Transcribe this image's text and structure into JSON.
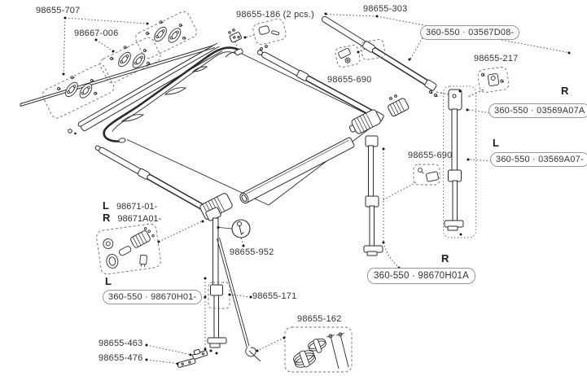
{
  "diagram": {
    "kind": "awning exploded parts diagram",
    "colors": {
      "line": "#2b2b2b",
      "label_text": "#343434",
      "box_border": "#9a9a9a",
      "background": "#ffffff"
    }
  },
  "part_labels": {
    "p707": {
      "text": "98655-707"
    },
    "p667006": {
      "text": "98667-006"
    },
    "p186": {
      "text": "98655-186 (2 pcs.)"
    },
    "p303": {
      "text": "98655-303"
    },
    "p217": {
      "text": "98655-217"
    },
    "p690a": {
      "text": "98655-690"
    },
    "p690b": {
      "text": "98655-690"
    },
    "p952": {
      "text": "98655-952"
    },
    "p171": {
      "text": "98655-171"
    },
    "p162": {
      "text": "98655-162"
    },
    "p463": {
      "text": "98655-463"
    },
    "p476": {
      "text": "98655-476"
    },
    "p671L": {
      "side": "L",
      "text": "98671-01-"
    },
    "p671R": {
      "side": "R",
      "text": "98671A01-"
    }
  },
  "boxed_labels": {
    "b03567": {
      "side": "",
      "text": "360-550 · 03567D08-"
    },
    "b03569A": {
      "side": "R",
      "text": "360-550 · 03569A07A"
    },
    "b03569": {
      "side": "L",
      "text": "360-550 · 03569A07-"
    },
    "b98670": {
      "side": "L",
      "text": "360-550 · 98670H01-"
    },
    "b98670A": {
      "side": "R",
      "text": "360-550 · 98670H01A"
    }
  },
  "icons": {
    "magnifier_detail": "hook-pin-detail-circle"
  }
}
